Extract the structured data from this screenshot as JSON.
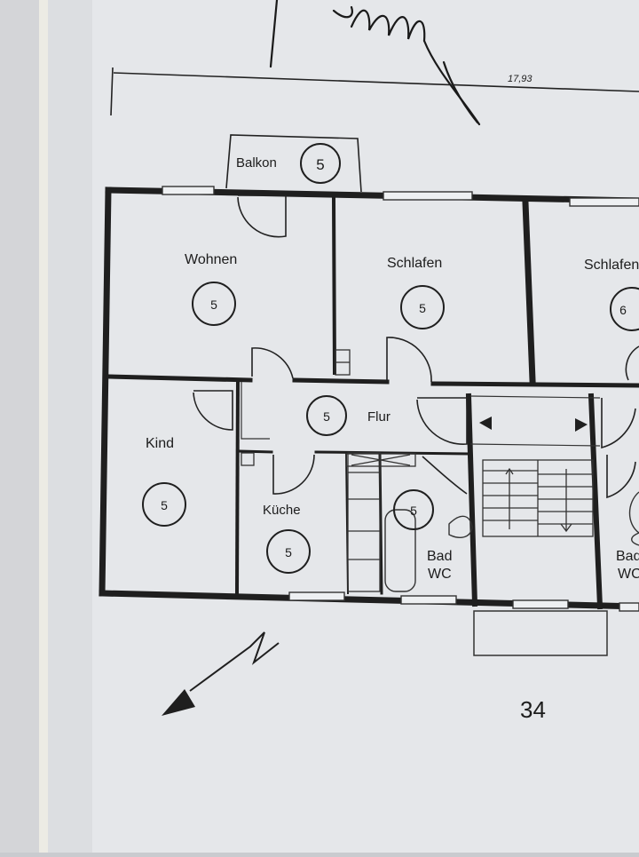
{
  "dimension": {
    "value": "17,93"
  },
  "rooms": [
    {
      "id": "balkon",
      "label": "Balkon",
      "number": "5"
    },
    {
      "id": "wohnen",
      "label": "Wohnen",
      "number": "5"
    },
    {
      "id": "schlafen",
      "label": "Schlafen",
      "number": "5"
    },
    {
      "id": "schlafen-2",
      "label": "Schlafen",
      "number": "6"
    },
    {
      "id": "flur",
      "label": "Flur",
      "number": "5"
    },
    {
      "id": "kind",
      "label": "Kind",
      "number": "5"
    },
    {
      "id": "kueche",
      "label": "Küche",
      "number": "5"
    },
    {
      "id": "bad",
      "label": "Bad",
      "label2": "WC",
      "number": "5"
    },
    {
      "id": "bad-2",
      "label": "Bad",
      "label2": "WC"
    }
  ],
  "page": {
    "number": "34"
  },
  "colors": {
    "paper": "#e7e9ec",
    "wall": "#1f1f1f",
    "background": "#c9cbcf"
  }
}
